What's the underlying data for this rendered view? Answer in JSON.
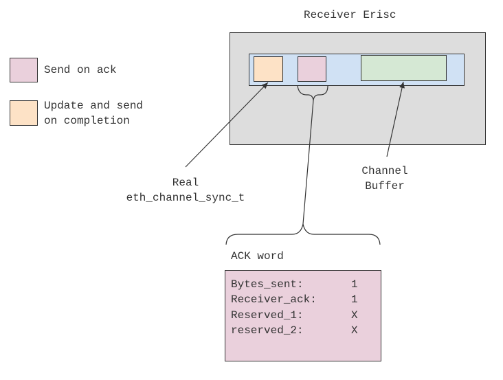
{
  "receiver": {
    "title": "Receiver Erisc",
    "container_color": "#dddddd",
    "row_color": "#d0e1f4",
    "sync_color": "#fde2c6",
    "ack_color": "#ead0dc",
    "buffer_color": "#d5e8d4"
  },
  "legend": {
    "items": [
      {
        "color": "#ead0dc",
        "label": "Send on ack"
      },
      {
        "color": "#fde2c6",
        "label": "Update and send\non completion"
      }
    ]
  },
  "annotations": {
    "real_sync": "Real\neth_channel_sync_t",
    "channel_buffer": "Channel\nBuffer"
  },
  "ack_word": {
    "title": "ACK word",
    "fields": [
      {
        "name": "Bytes_sent:",
        "value": "1"
      },
      {
        "name": "Receiver_ack:",
        "value": "1"
      },
      {
        "name": "Reserved_1:",
        "value": "X"
      },
      {
        "name": "reserved_2:",
        "value": "X"
      }
    ],
    "color": "#ead0dc"
  }
}
